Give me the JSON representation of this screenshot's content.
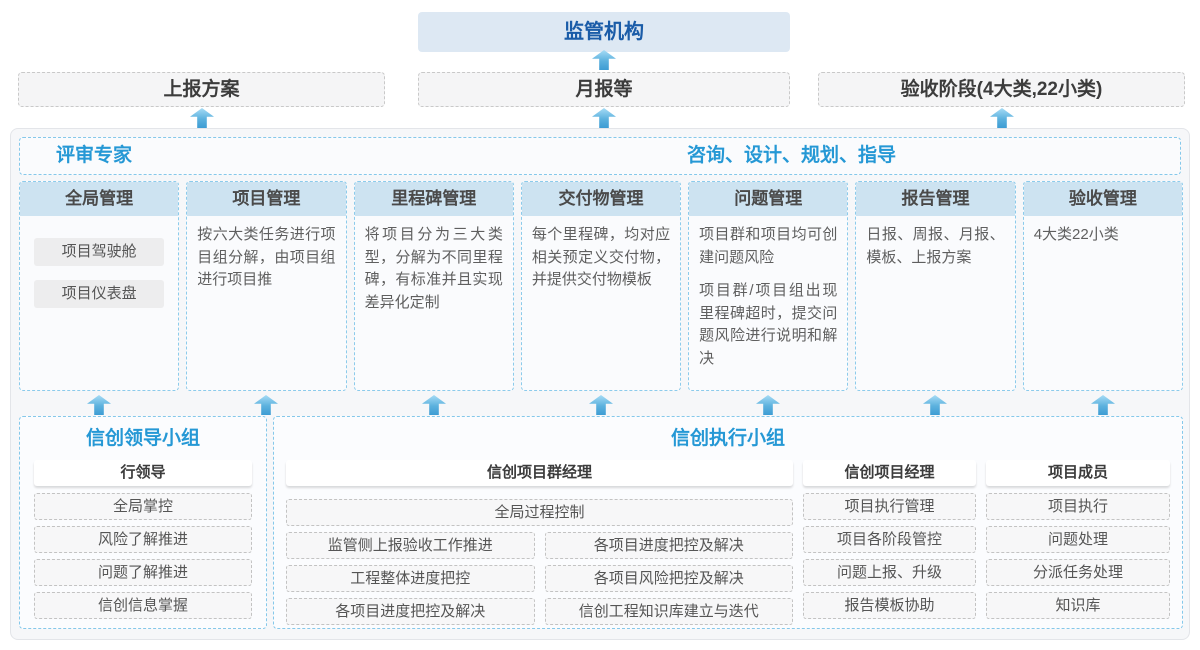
{
  "top": {
    "regulator_label": "监管机构"
  },
  "outputs": [
    {
      "label": "上报方案"
    },
    {
      "label": "月报等"
    },
    {
      "label": "验收阶段(4大类,22小类)"
    }
  ],
  "platform": {
    "expert_left": "评审专家",
    "expert_right": "咨询、设计、规划、指导",
    "columns": [
      {
        "title": "全局管理",
        "items": [
          "项目驾驶舱",
          "项目仪表盘"
        ]
      },
      {
        "title": "项目管理",
        "paragraphs": [
          "按六大类任务进行项目组分解，由项目组进行项目推"
        ]
      },
      {
        "title": "里程碑管理",
        "paragraphs": [
          "将项目分为三大类型，分解为不同里程碑，有标准并且实现差异化定制"
        ]
      },
      {
        "title": "交付物管理",
        "paragraphs": [
          "每个里程碑，均对应相关预定义交付物，并提供交付物模板"
        ]
      },
      {
        "title": "问题管理",
        "paragraphs": [
          "项目群和项目均可创建问题风险",
          "项目群/项目组出现里程碑超时，提交问题风险进行说明和解决"
        ]
      },
      {
        "title": "报告管理",
        "paragraphs": [
          "日报、周报、月报、模板、上报方案"
        ]
      },
      {
        "title": "验收管理",
        "paragraphs": [
          "4大类22小类"
        ]
      }
    ]
  },
  "teams": {
    "lead_group": {
      "title": "信创领导小组",
      "role": "行领导",
      "items": [
        "全局掌控",
        "风险了解推进",
        "问题了解推进",
        "信创信息掌握"
      ]
    },
    "exec_group": {
      "title": "信创执行小组",
      "pm_group": {
        "role": "信创项目群经理",
        "full_item": "全局过程控制",
        "left_items": [
          "监管侧上报验收工作推进",
          "工程整体进度把控",
          "各项目进度把控及解决"
        ],
        "right_items": [
          "各项目进度把控及解决",
          "各项目风险把控及解决",
          "信创工程知识库建立与迭代"
        ]
      },
      "project_manager": {
        "role": "信创项目经理",
        "items": [
          "项目执行管理",
          "项目各阶段管控",
          "问题上报、升级",
          "报告模板协助"
        ]
      },
      "member": {
        "role": "项目成员",
        "items": [
          "项目执行",
          "问题处理",
          "分派任务处理",
          "知识库"
        ]
      }
    }
  },
  "colors": {
    "accent_blue_title": "#2598d5",
    "regulator_text": "#1a5ca8",
    "regulator_bg": "#dde8f3",
    "column_header_bg": "#cde3f1",
    "dashed_blue_border": "#85c8ea",
    "arrow_blue": "#3d9cd3",
    "panel_bg": "#f6f7f9"
  }
}
